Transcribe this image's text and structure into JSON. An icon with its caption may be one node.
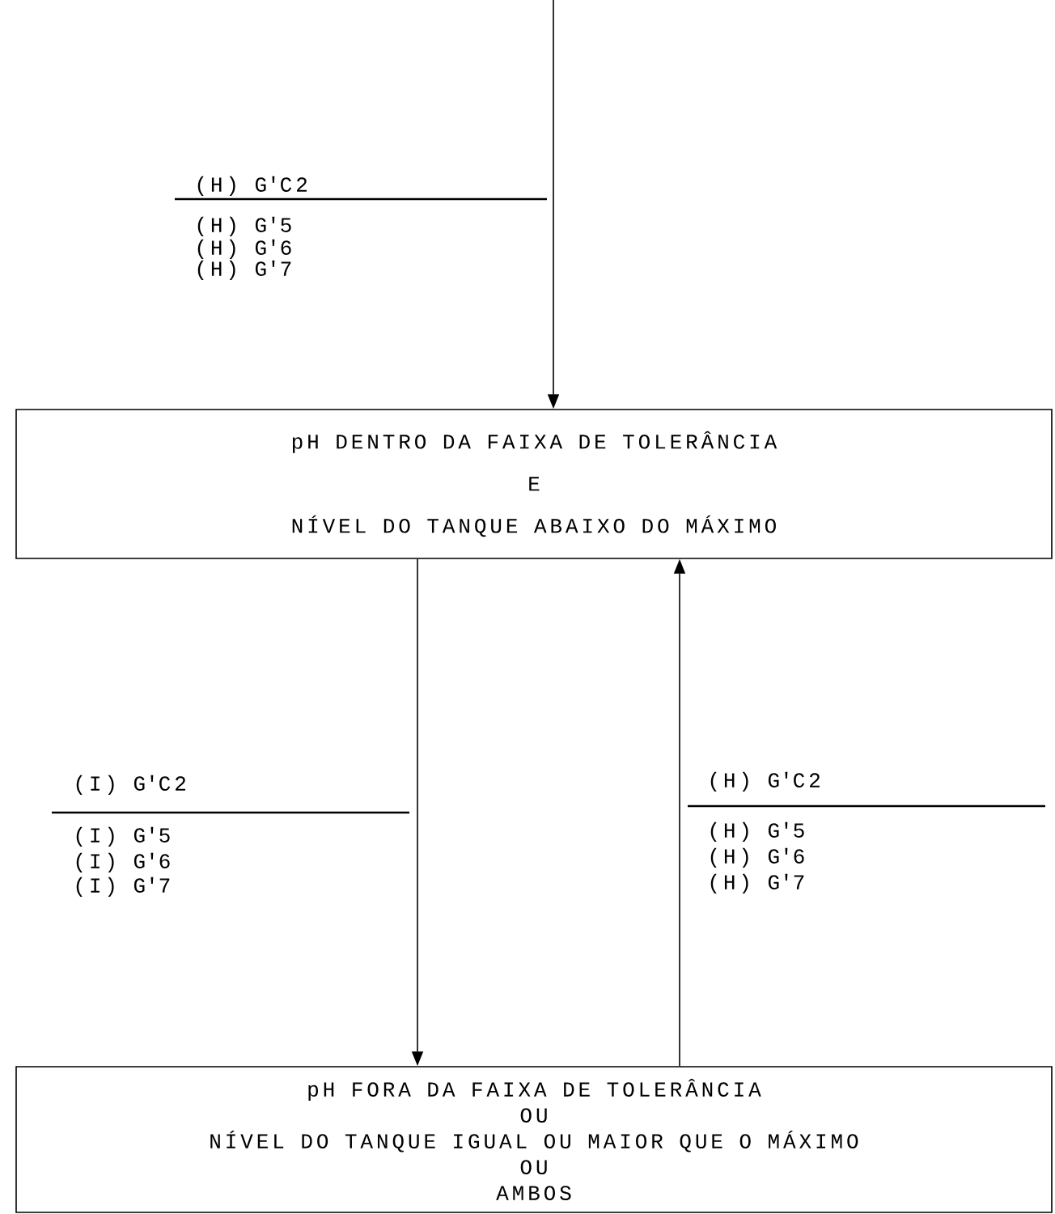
{
  "diagram": {
    "nodes": [
      {
        "text": [
          "pH DENTRO DA FAIXA DE TOLERÂNCIA",
          "E",
          "NÍVEL DO TANQUE ABAIXO DO MÁXIMO"
        ]
      },
      {
        "text": [
          "pH FORA DA FAIXA DE TOLERÂNCIA",
          "OU",
          "NÍVEL DO TANQUE IGUAL OU MAIOR QUE O MÁXIMO",
          "OU",
          "AMBOS"
        ]
      }
    ],
    "edges": [
      {
        "from": null,
        "to": 0,
        "arrow": "to"
      },
      {
        "from": 0,
        "to": 1,
        "arrow": "to"
      },
      {
        "from": 1,
        "to": 0,
        "arrow": "to"
      }
    ],
    "labels": [
      "(H) G'C2",
      "(H) G'5",
      "(H) G'6",
      "(H) G'7",
      "(I) G'C2",
      "(I) G'5",
      "(I) G'6",
      "(I) G'7",
      "(H) G'C2",
      "(H) G'5",
      "(H) G'6",
      "(H) G'7"
    ]
  }
}
